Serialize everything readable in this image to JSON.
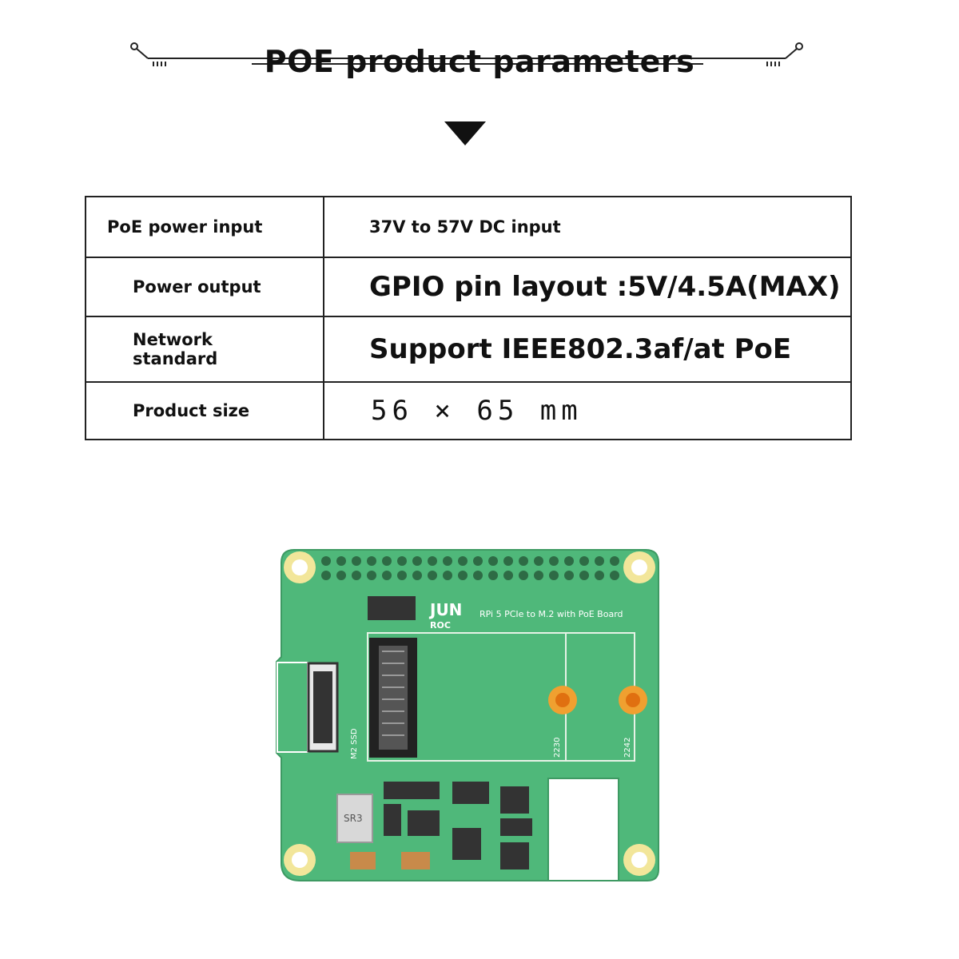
{
  "header": {
    "title": "POE product parameters"
  },
  "params": [
    {
      "label": "PoE power input",
      "value": "37V to 57V DC input"
    },
    {
      "label": "Power output",
      "value": "GPIO pin layout :5V/4.5A(MAX)"
    },
    {
      "label": "Network standard",
      "value": "Support IEEE802.3af/at PoE"
    },
    {
      "label": "Product size",
      "value": "56 × 65 mm"
    }
  ],
  "board": {
    "brand_line1": "JUN",
    "brand_line2": "ROC",
    "name": "RPi 5 PCIe to M.2 with PoE Board",
    "slot_label": "M2 SSD",
    "size_2230": "2230",
    "size_2242": "2242",
    "chip_mark": "SR3",
    "colors": {
      "pcb": "#4fb87a",
      "pad": "#f2e69a",
      "connector": "#333333"
    }
  }
}
